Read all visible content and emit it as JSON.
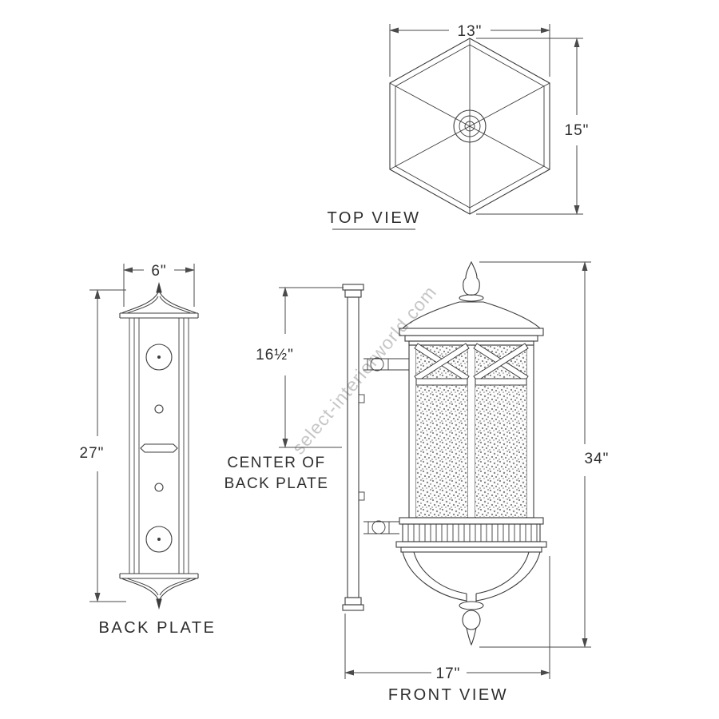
{
  "drawing": {
    "ink_color": "#3c3c3c",
    "dim_line_color": "#4a4a4a",
    "text_color": "#2e2e2e",
    "watermark_color": "#bdbdbd",
    "background": "#ffffff"
  },
  "watermark": {
    "text": "select-interiorworld.com"
  },
  "top_view": {
    "label": "TOP VIEW",
    "width_dim": "13\"",
    "height_dim": "15\""
  },
  "back_plate_view": {
    "label": "BACK PLATE",
    "width_dim": "6\"",
    "height_dim": "27\""
  },
  "front_view": {
    "label": "FRONT VIEW",
    "width_dim": "17\"",
    "height_dim": "34\"",
    "center_dim": "16½\"",
    "center_note_1": "CENTER OF",
    "center_note_2": "BACK PLATE"
  }
}
